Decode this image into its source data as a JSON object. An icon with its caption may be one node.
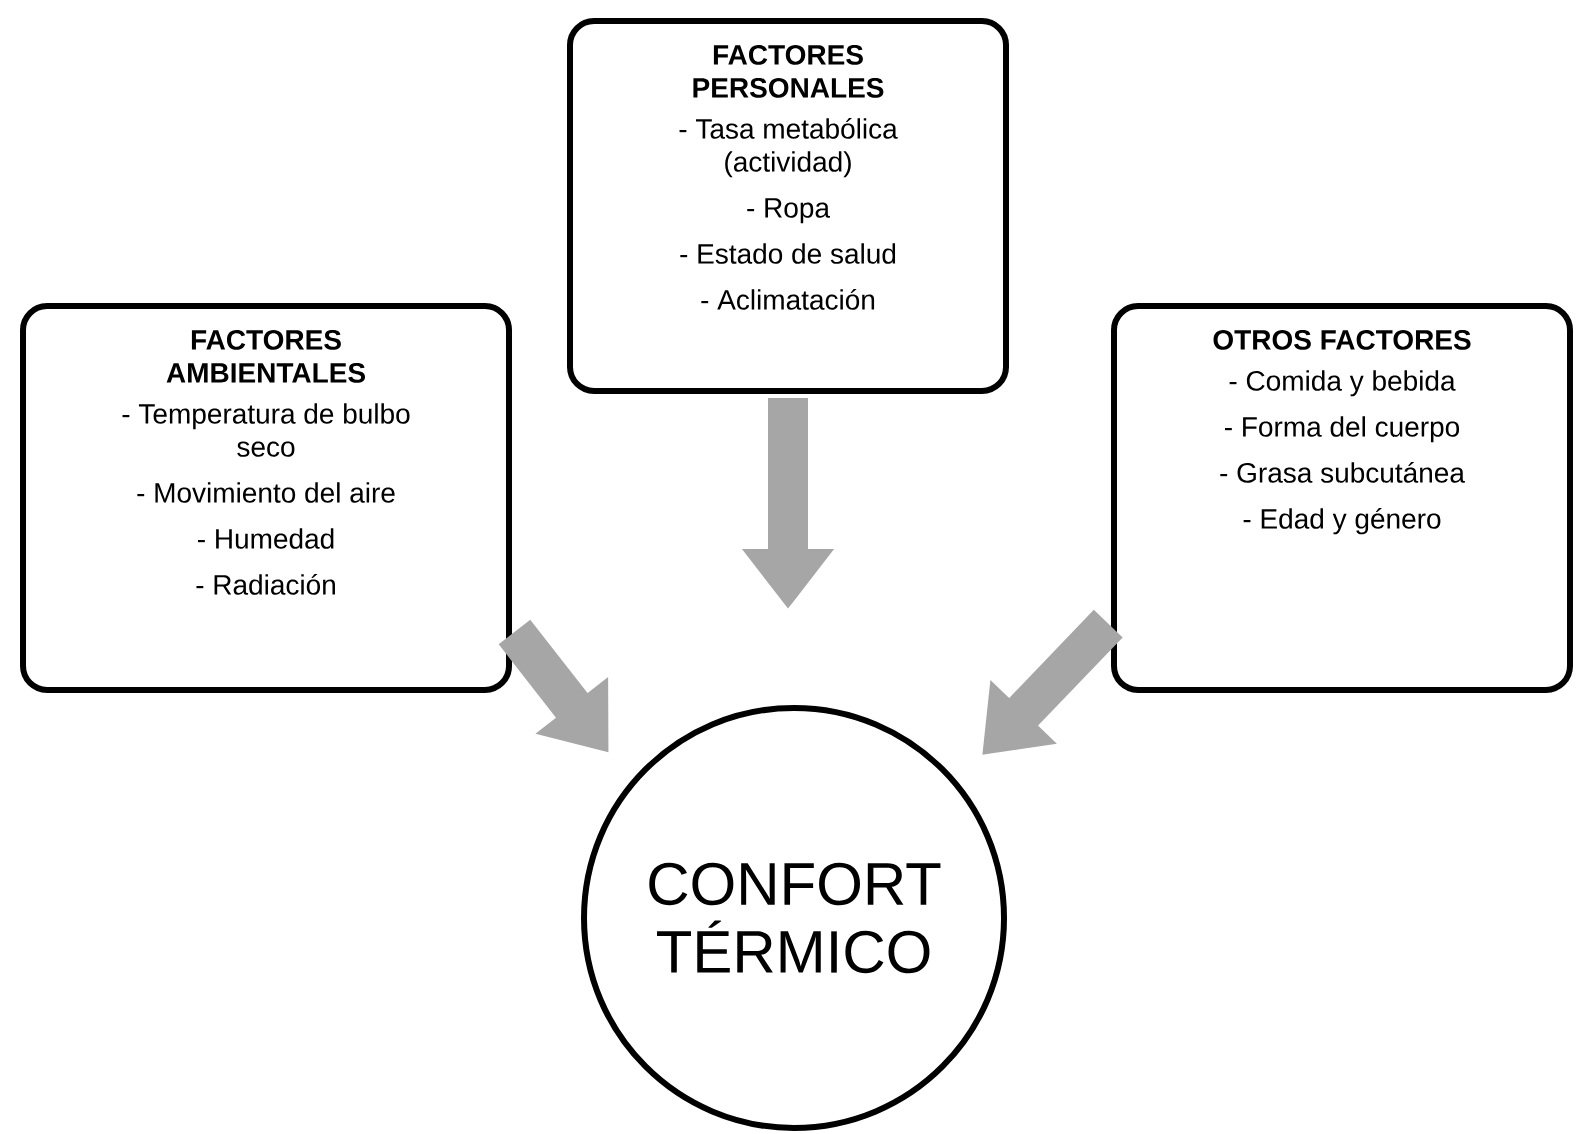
{
  "diagram": {
    "nodes": [
      {
        "text": [
          "FACTORES AMBIENTALES",
          "- Temperatura de bulbo seco",
          "- Movimiento del aire",
          "- Humedad",
          "- Radiación"
        ]
      },
      {
        "text": [
          "FACTORES PERSONALES",
          "- Tasa metabólica (actividad)",
          "- Ropa",
          "- Estado de salud",
          "- Aclimatación"
        ]
      },
      {
        "text": [
          "OTROS FACTORES",
          "- Comida y bebida",
          "- Forma del cuerpo",
          "- Grasa subcutánea",
          "- Edad y género"
        ]
      },
      {
        "text": [
          "CONFORT TÉRMICO"
        ]
      }
    ],
    "edges": [
      {
        "from": 0,
        "to": 3,
        "arrow": "to"
      },
      {
        "from": 1,
        "to": 3,
        "arrow": "to"
      },
      {
        "from": 2,
        "to": 3,
        "arrow": "to"
      }
    ]
  }
}
